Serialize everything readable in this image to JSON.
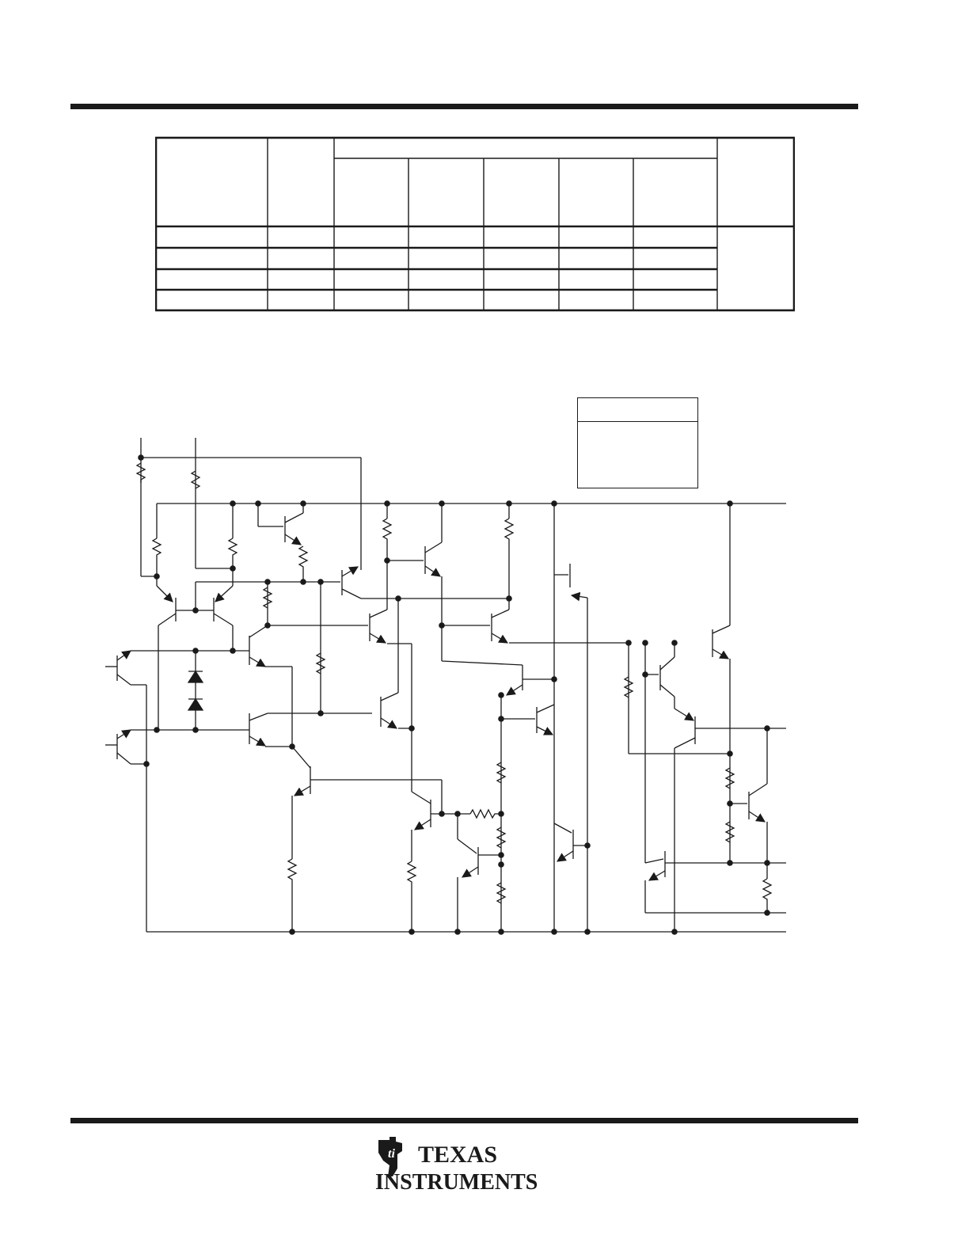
{
  "logo": {
    "line1": "TEXAS",
    "line2": "INSTRUMENTS",
    "name": "ti-logo"
  },
  "colors": {
    "ink": "#1a1a1a",
    "paper": "#ffffff"
  }
}
